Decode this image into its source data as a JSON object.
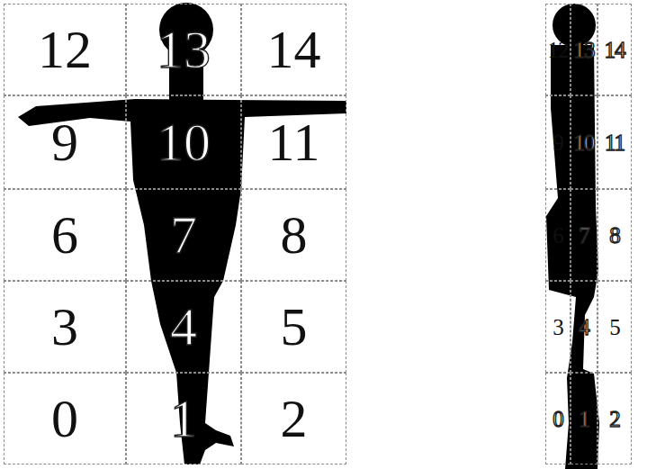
{
  "diagram": {
    "nodes": [
      {
        "text": [
          "12"
        ]
      },
      {
        "text": [
          "13"
        ]
      },
      {
        "text": [
          "14"
        ]
      },
      {
        "text": [
          "9"
        ]
      },
      {
        "text": [
          "10"
        ]
      },
      {
        "text": [
          "11"
        ]
      },
      {
        "text": [
          "6"
        ]
      },
      {
        "text": [
          "7"
        ]
      },
      {
        "text": [
          "8"
        ]
      },
      {
        "text": [
          "3"
        ]
      },
      {
        "text": [
          "4"
        ]
      },
      {
        "text": [
          "5"
        ]
      },
      {
        "text": [
          "0"
        ]
      },
      {
        "text": [
          "1"
        ]
      },
      {
        "text": [
          "2"
        ]
      },
      {
        "text": [
          "12"
        ]
      },
      {
        "text": [
          "13"
        ]
      },
      {
        "text": [
          "14"
        ]
      },
      {
        "text": [
          "9"
        ]
      },
      {
        "text": [
          "10"
        ]
      },
      {
        "text": [
          "11"
        ]
      },
      {
        "text": [
          "6"
        ]
      },
      {
        "text": [
          "7"
        ]
      },
      {
        "text": [
          "8"
        ]
      },
      {
        "text": [
          "3"
        ]
      },
      {
        "text": [
          "4"
        ]
      },
      {
        "text": [
          "5"
        ]
      },
      {
        "text": [
          "0"
        ]
      },
      {
        "text": [
          "1"
        ]
      },
      {
        "text": [
          "2"
        ]
      }
    ]
  }
}
